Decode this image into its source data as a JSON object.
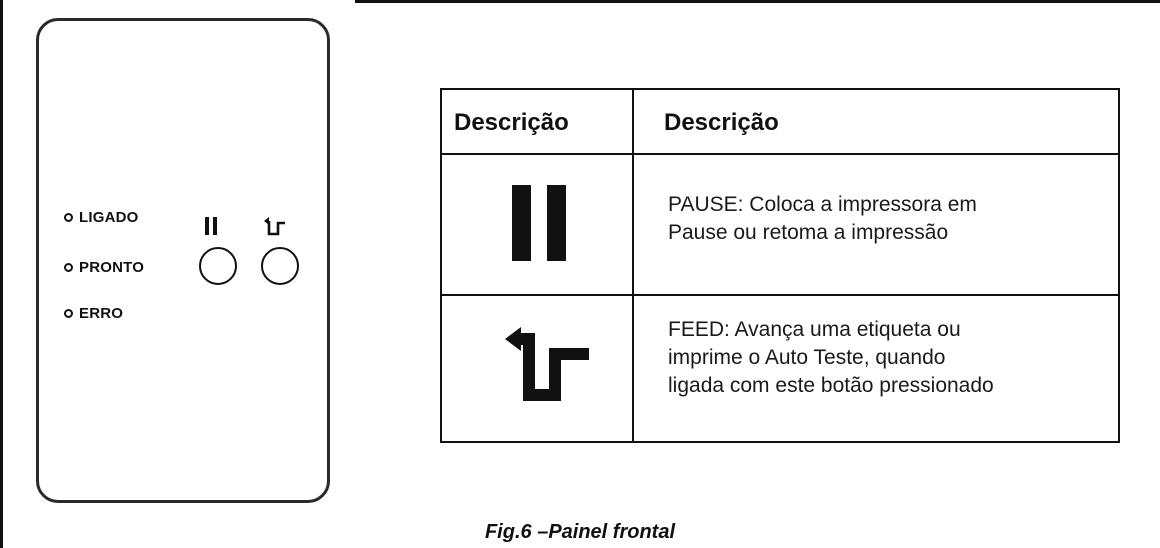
{
  "panel": {
    "leds": [
      {
        "label": "LIGADO"
      },
      {
        "label": "PRONTO"
      },
      {
        "label": "ERRO"
      }
    ],
    "buttons": [
      {
        "icon": "pause-icon"
      },
      {
        "icon": "feed-icon"
      }
    ]
  },
  "table": {
    "headers": [
      "Descrição",
      "Descrição"
    ],
    "rows": [
      {
        "icon": "pause-icon",
        "lines": [
          "PAUSE: Coloca a impressora em",
          "Pause ou retoma a impressão"
        ]
      },
      {
        "icon": "feed-icon",
        "lines": [
          "FEED: Avança uma etiqueta ou",
          "imprime o Auto Teste, quando",
          "ligada com este botão pressionado"
        ]
      }
    ]
  },
  "caption": "Fig.6 –Painel frontal"
}
